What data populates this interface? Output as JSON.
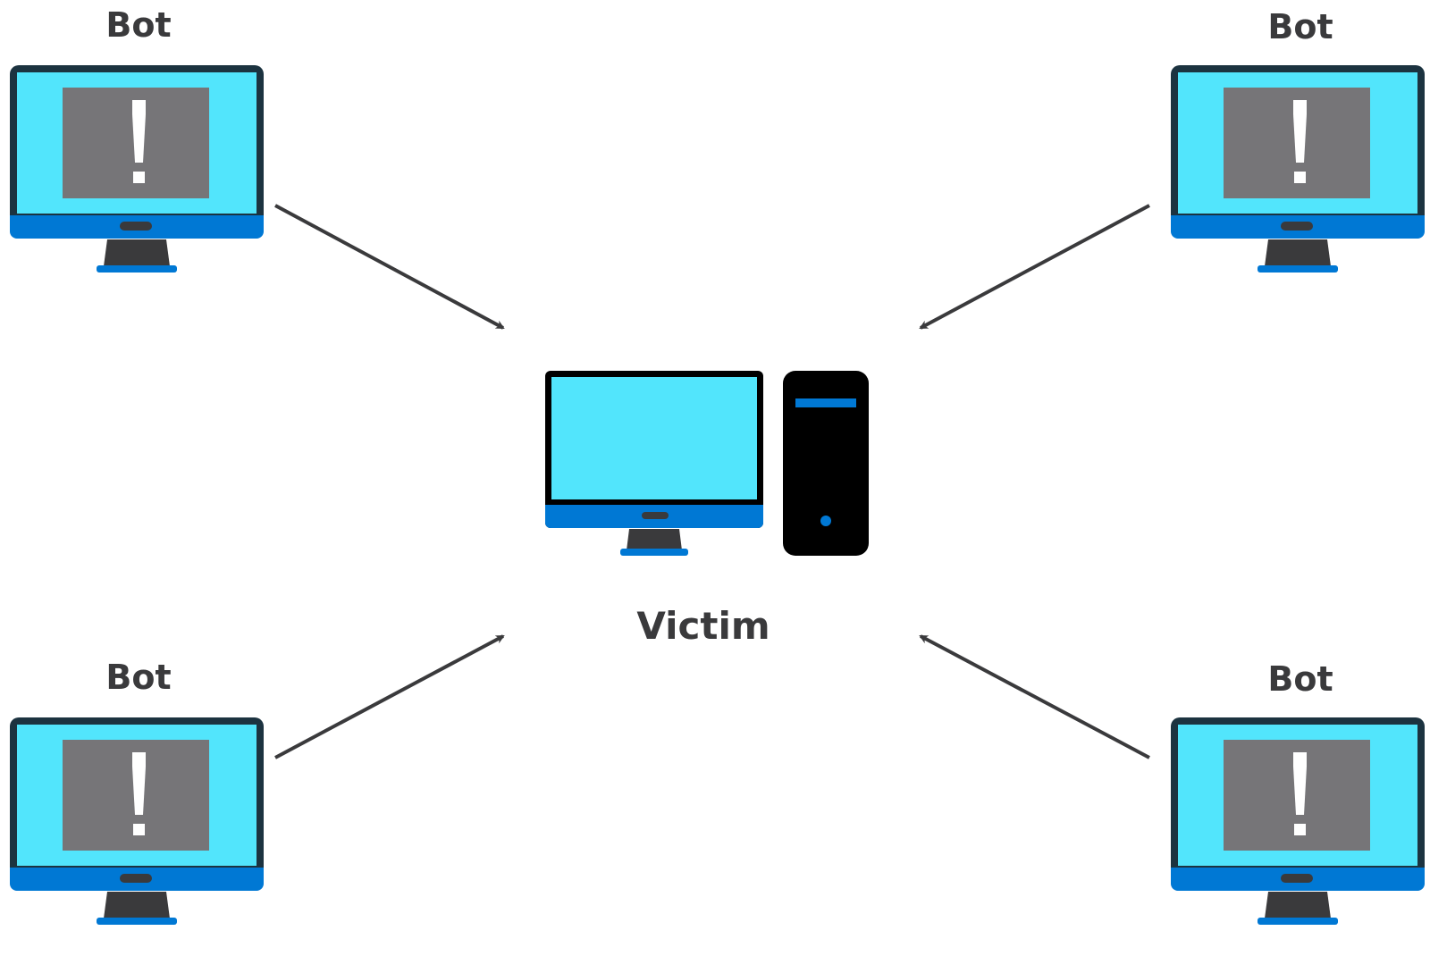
{
  "colors": {
    "screen": "#52e5fc",
    "bezel": "#1c3340",
    "base_blue": "#0078d4",
    "stand": "#3a3a3c",
    "alert_panel": "#767578",
    "alert_mark": "#ffffff",
    "tower": "#000000",
    "arrow": "#3a3a3c"
  },
  "bots": [
    {
      "label": "Bot",
      "icon": "monitor-alert-icon",
      "position": "top-left"
    },
    {
      "label": "Bot",
      "icon": "monitor-alert-icon",
      "position": "top-right"
    },
    {
      "label": "Bot",
      "icon": "monitor-alert-icon",
      "position": "bottom-left"
    },
    {
      "label": "Bot",
      "icon": "monitor-alert-icon",
      "position": "bottom-right"
    }
  ],
  "victim": {
    "label": "Victim",
    "icons": [
      "monitor-icon",
      "tower-pc-icon"
    ]
  },
  "edges": [
    {
      "from": "bots.0",
      "to": "victim"
    },
    {
      "from": "bots.1",
      "to": "victim"
    },
    {
      "from": "bots.2",
      "to": "victim"
    },
    {
      "from": "bots.3",
      "to": "victim"
    }
  ]
}
